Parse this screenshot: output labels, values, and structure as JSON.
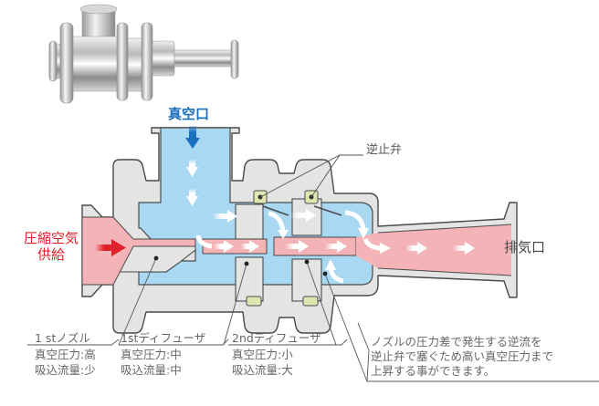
{
  "labels": {
    "vacuum_port": "真空口",
    "compressed_air": "圧縮空気",
    "compressed_air_2": "供給",
    "exhaust_port": "排気口",
    "check_valve": "逆止弁"
  },
  "stages": [
    {
      "name": "1 stノズル",
      "vacuum_pressure": "真空圧力:高",
      "suction_flow": "吸込流量:少"
    },
    {
      "name": "1stディフューザ",
      "vacuum_pressure": "真空圧力:中",
      "suction_flow": "吸込流量:中"
    },
    {
      "name": "2ndディフューザ",
      "vacuum_pressure": "真空圧力:小",
      "suction_flow": "吸込流量:大"
    }
  ],
  "note": {
    "line1": "ノズルの圧力差で発生する逆流を",
    "line2": "逆止弁で塞ぐため高い真空圧力まで",
    "line3": "上昇する事ができます。"
  },
  "colors": {
    "vacuum_blue": "#a8d8f2",
    "pressure_pink": "#f4b3b6",
    "body_gray": "#e4e4e4",
    "outline": "#4a4a4a",
    "valve_green": "#dfe6b0",
    "accent_blue": "#1a6fbf",
    "accent_red": "#e0202a"
  }
}
